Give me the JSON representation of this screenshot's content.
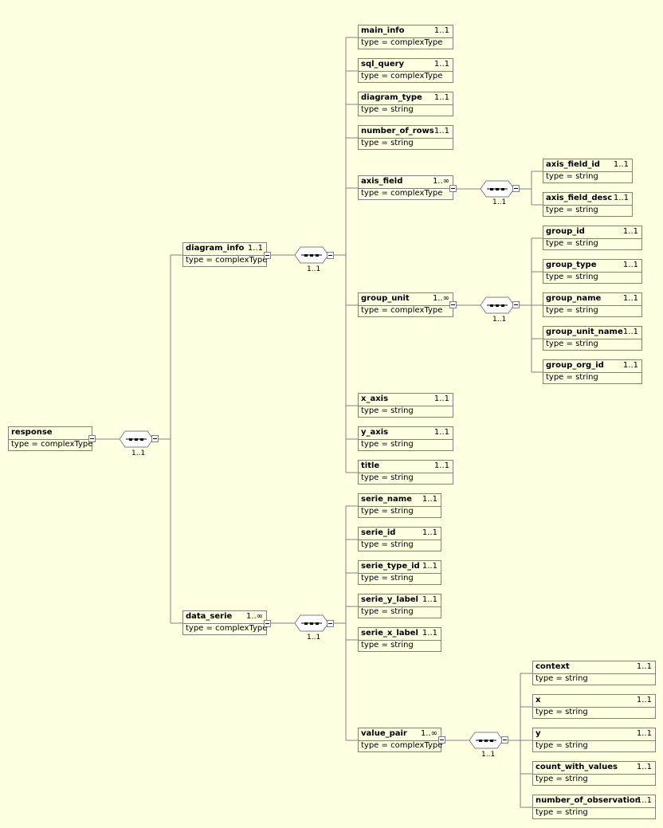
{
  "root": {
    "name": "response",
    "type": "type = complexType"
  },
  "sequence_cardinality": "1..1",
  "diagram_info": {
    "name": "diagram_info",
    "cardinality": "1..1",
    "type": "type = complexType",
    "children": [
      {
        "name": "main_info",
        "cardinality": "1..1",
        "type": "type = complexType"
      },
      {
        "name": "sql_query",
        "cardinality": "1..1",
        "type": "type = complexType"
      },
      {
        "name": "diagram_type",
        "cardinality": "1..1",
        "type": "type = string"
      },
      {
        "name": "number_of_rows",
        "cardinality": "1..1",
        "type": "type = string"
      },
      {
        "name": "axis_field",
        "cardinality": "1..∞",
        "type": "type = complexType",
        "children": [
          {
            "name": "axis_field_id",
            "cardinality": "1..1",
            "type": "type = string"
          },
          {
            "name": "axis_field_desc",
            "cardinality": "1..1",
            "type": "type = string"
          }
        ]
      },
      {
        "name": "group_unit",
        "cardinality": "1..∞",
        "type": "type = complexType",
        "children": [
          {
            "name": "group_id",
            "cardinality": "1..1",
            "type": "type = string"
          },
          {
            "name": "group_type",
            "cardinality": "1..1",
            "type": "type = string"
          },
          {
            "name": "group_name",
            "cardinality": "1..1",
            "type": "type = string"
          },
          {
            "name": "group_unit_name",
            "cardinality": "1..1",
            "type": "type = string"
          },
          {
            "name": "group_org_id",
            "cardinality": "1..1",
            "type": "type = string"
          }
        ]
      },
      {
        "name": "x_axis",
        "cardinality": "1..1",
        "type": "type = string"
      },
      {
        "name": "y_axis",
        "cardinality": "1..1",
        "type": "type = string"
      },
      {
        "name": "title",
        "cardinality": "1..1",
        "type": "type = string"
      }
    ]
  },
  "data_serie": {
    "name": "data_serie",
    "cardinality": "1..∞",
    "type": "type = complexType",
    "children": [
      {
        "name": "serie_name",
        "cardinality": "1..1",
        "type": "type = string"
      },
      {
        "name": "serie_id",
        "cardinality": "1..1",
        "type": "type = string"
      },
      {
        "name": "serie_type_id",
        "cardinality": "1..1",
        "type": "type = string"
      },
      {
        "name": "serie_y_label",
        "cardinality": "1..1",
        "type": "type = string"
      },
      {
        "name": "serie_x_label",
        "cardinality": "1..1",
        "type": "type = string"
      },
      {
        "name": "value_pair",
        "cardinality": "1..∞",
        "type": "type = complexType",
        "children": [
          {
            "name": "context",
            "cardinality": "1..1",
            "type": "type = string"
          },
          {
            "name": "x",
            "cardinality": "1..1",
            "type": "type = string"
          },
          {
            "name": "y",
            "cardinality": "1..1",
            "type": "type = string"
          },
          {
            "name": "count_with_values",
            "cardinality": "1..1",
            "type": "type = string"
          },
          {
            "name": "number_of_observation",
            "cardinality": "1..1",
            "type": "type = string"
          }
        ]
      }
    ]
  }
}
